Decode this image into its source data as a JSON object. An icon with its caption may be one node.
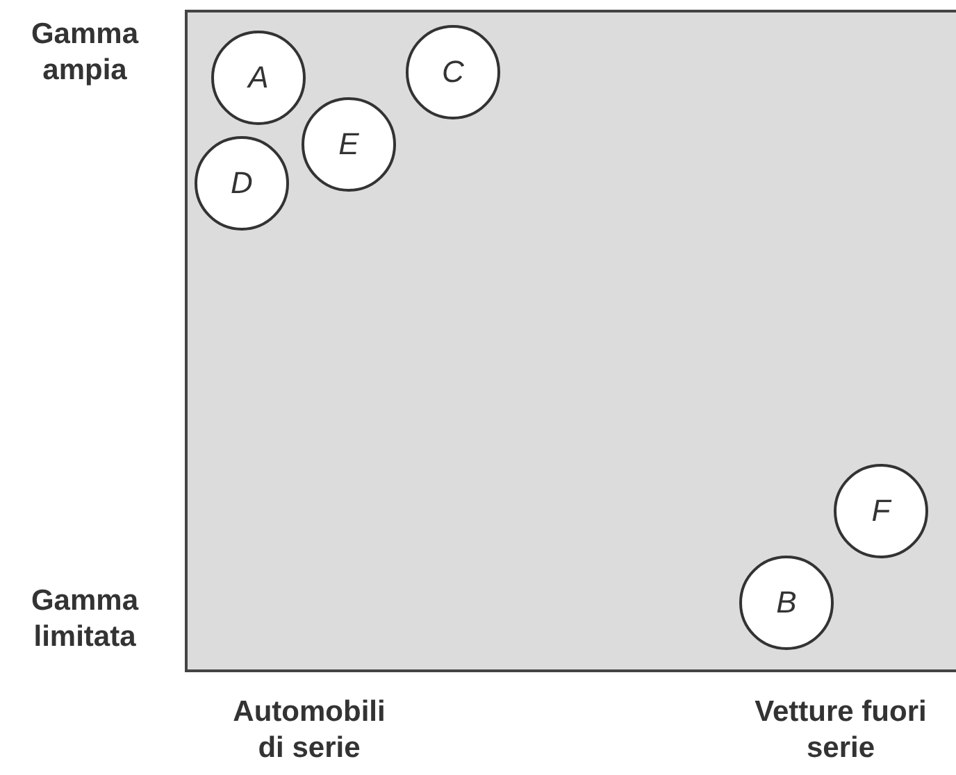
{
  "diagram": {
    "nodes": [
      {
        "text": [],
        "shape": "box"
      },
      {
        "text": [
          "A"
        ],
        "in": 0
      },
      {
        "text": [
          "C"
        ],
        "in": 0
      },
      {
        "text": [
          "E"
        ],
        "in": 0
      },
      {
        "text": [
          "D"
        ],
        "in": 0
      },
      {
        "text": [
          "F"
        ],
        "in": 0
      },
      {
        "text": [
          "B"
        ],
        "in": 0
      }
    ],
    "edges": [],
    "labels": [
      "Gamma ampia",
      "Gamma limitata",
      "Automobili di serie",
      "Vetture fuori serie"
    ]
  }
}
